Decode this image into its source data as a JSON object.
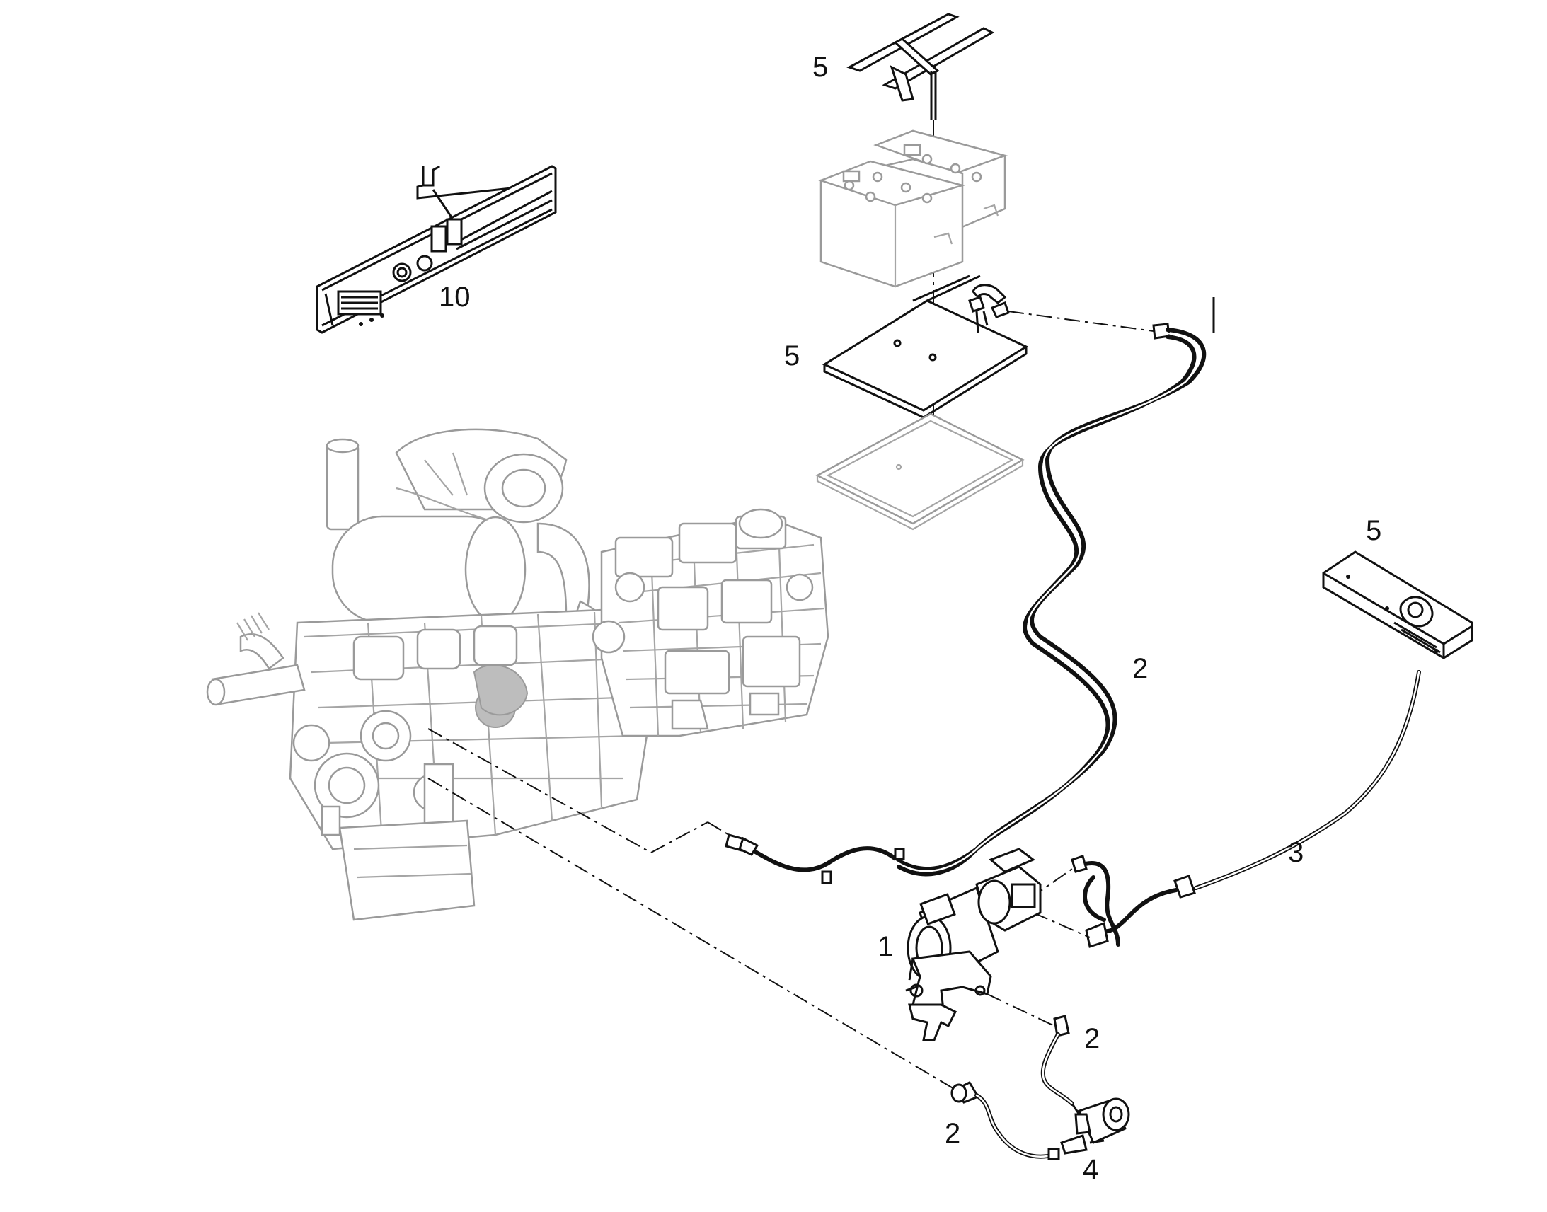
{
  "callouts": {
    "panel": "10",
    "bracket_top": "5",
    "tray": "5",
    "controller": "5",
    "hose_right": "2",
    "cable": "3",
    "heater": "1",
    "hose_lower": "2",
    "hose_bottom": "2",
    "pump": "4"
  },
  "colors": {
    "line_art": "#111111",
    "background_art": "#9a9a9a",
    "background": "#ffffff"
  }
}
